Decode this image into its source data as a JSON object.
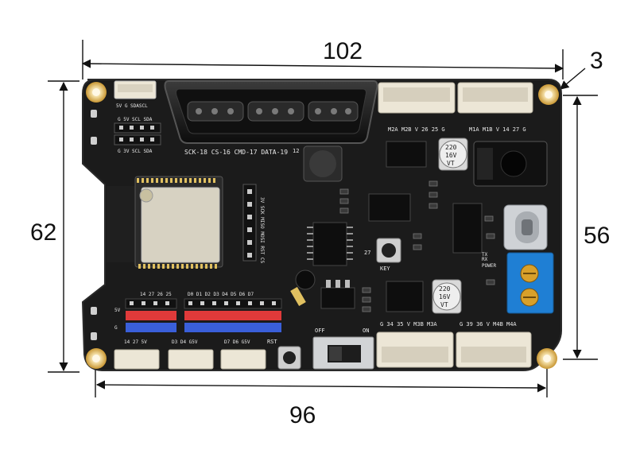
{
  "dimensions": {
    "top_width": "102",
    "hole_offset": "3",
    "left_height": "62",
    "right_height": "56",
    "bottom_width": "96"
  },
  "silkscreen": {
    "i2c_top": "5V G SDASCL",
    "i2c_header_top": "G 5V SCL SDA",
    "i2c_header_bottom": "G 3V SCL SDA",
    "ps2_pins": "SCK-18 CS-16 CMD-17 DATA-19",
    "spi_pins": "3V SCK MISO MOSI RST CS",
    "motor_a_top": "M2A M2B V 26 25 G",
    "motor_b_top": "M1A M1B V 14 27 G",
    "power_label": "POWER",
    "tx_label": "TX",
    "rx_label": "RX",
    "key_label": "KEY",
    "io_row_left": "14 27 26 25",
    "io_row_right": "D0 D1 D2 D3 D4 D5 D6 D7",
    "rail_5v": "5V",
    "rail_g": "G",
    "servo_group_a": "14 27 5V",
    "servo_group_b": "D3 D4 G5V",
    "servo_group_c": "D7 D6 G5V",
    "rst_label": "RST",
    "off_label": "OFF",
    "on_label": "ON",
    "motor_c_bottom": "G 34 35 V M3B M3A",
    "motor_d_bottom": "G 39 36 V M4B M4A",
    "cap_top_a": "220",
    "cap_top_b": "16V",
    "cap_top_c": "VT",
    "cap_bot_a": "220",
    "cap_bot_b": "16V",
    "cap_bot_c": "VT",
    "label_12": "12",
    "label_27": "27"
  },
  "colors": {
    "board": "#1b1b1b",
    "edge": "#2a2a2a",
    "gold": "#d9a441",
    "silk": "#e8e8e8",
    "header_red": "#e03a3a",
    "header_blue": "#3a5fd9",
    "terminal_blue": "#1f7fd4",
    "connector_cream": "#ece6d6"
  }
}
